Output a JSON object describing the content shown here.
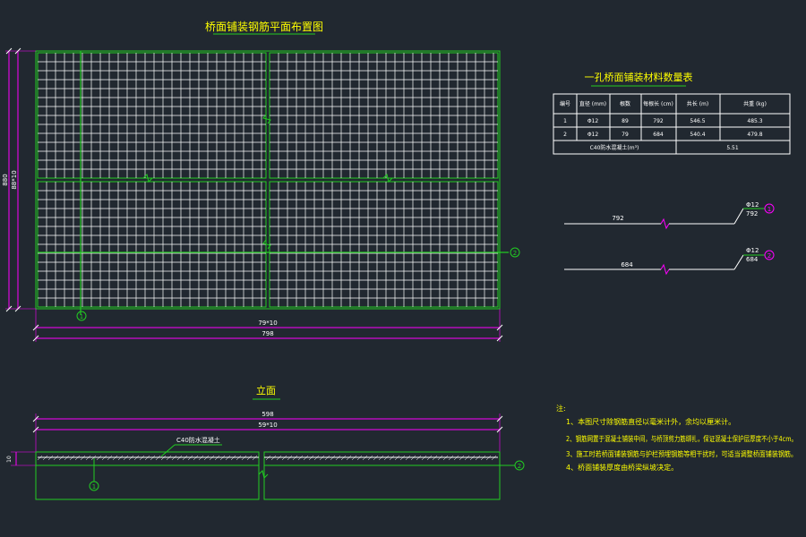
{
  "colors": {
    "background": "#212830",
    "green": "#22cc22",
    "yellow": "#ffff00",
    "white": "#ffffff",
    "magenta": "#ff00ff",
    "cyan": "#00e5e5"
  },
  "plan": {
    "title": "桥面铺装钢筋平面布置图",
    "dim_left_outer": "880",
    "dim_left_inner": "88*10",
    "dim_bottom_inner": "79*10",
    "dim_bottom_outer": "798",
    "marker_1": "1",
    "marker_2": "2"
  },
  "elevation": {
    "title": "立面",
    "dim_top_outer": "598",
    "dim_top_inner": "59*10",
    "dim_left": "10",
    "concrete_label": "C40防水混凝土",
    "marker_1": "1",
    "marker_2": "2"
  },
  "table": {
    "title": "一孔桥面铺装材料数量表",
    "headers": [
      "编号",
      "直径 (mm)",
      "根数",
      "每根长 (cm)",
      "共长 (m)",
      "共重 (kg)"
    ],
    "rows": [
      [
        "1",
        "Φ12",
        "89",
        "792",
        "546.5",
        "485.3"
      ],
      [
        "2",
        "Φ12",
        "79",
        "684",
        "540.4",
        "479.8"
      ]
    ],
    "footer_label": "C40防水混凝土(m³)",
    "footer_value": "5.51"
  },
  "rebar_details": [
    {
      "length": "792",
      "diameter": "Φ12",
      "len_label": "792",
      "marker": "1"
    },
    {
      "length": "684",
      "diameter": "Φ12",
      "len_label": "684",
      "marker": "2"
    }
  ],
  "notes": {
    "heading": "注:",
    "items": [
      "1、本图尺寸除钢筋直径以毫米计外，余均以厘米计。",
      "2、钢筋网置于混凝土铺装中间，与桥顶剪力筋绑扎，保证混凝土保护层厚度不小于4cm。",
      "3、施工时若桥面铺装钢筋与护栏预埋钢筋等相干扰时，可适当调整桥面铺装钢筋。",
      "4、桥面铺装厚度由桥梁纵坡决定。"
    ]
  }
}
